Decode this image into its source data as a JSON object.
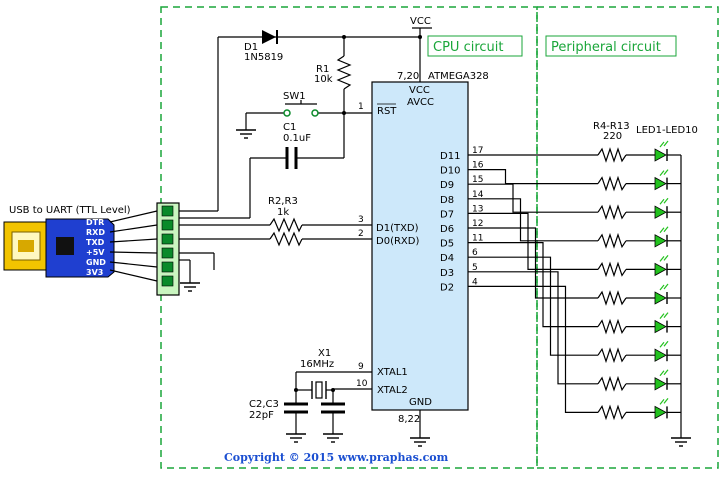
{
  "sections": {
    "cpu": "CPU circuit",
    "peripheral": "Peripheral circuit"
  },
  "power": {
    "vcc": "VCC",
    "gnd": "GND"
  },
  "components": {
    "d1": {
      "ref": "D1",
      "value": "1N5819"
    },
    "r1": {
      "ref": "R1",
      "value": "10k"
    },
    "sw1": {
      "ref": "SW1"
    },
    "c1": {
      "ref": "C1",
      "value": "0.1uF"
    },
    "r23": {
      "ref": "R2,R3",
      "value": "1k"
    },
    "x1": {
      "ref": "X1",
      "value": "16MHz"
    },
    "c23": {
      "ref": "C2,C3",
      "value": "22pF"
    },
    "r413": {
      "ref": "R4-R13",
      "value": "220"
    },
    "leds": {
      "ref": "LED1-LED10"
    }
  },
  "mcu": {
    "name": "ATMEGA328",
    "vcc_pins": "7,20",
    "gnd_pins": "8,22",
    "vcc_label": "VCC",
    "avcc_label": "AVCC",
    "rst_label": "RST",
    "rst_pin": "1",
    "txd_label": "D1(TXD)",
    "txd_pin": "3",
    "rxd_label": "D0(RXD)",
    "rxd_pin": "2",
    "xtal1_label": "XTAL1",
    "xtal1_pin": "9",
    "xtal2_label": "XTAL2",
    "xtal2_pin": "10",
    "gnd_label": "GND",
    "outputs": [
      {
        "label": "D11",
        "pin": "17"
      },
      {
        "label": "D10",
        "pin": "16"
      },
      {
        "label": "D9",
        "pin": "15"
      },
      {
        "label": "D8",
        "pin": "14"
      },
      {
        "label": "D7",
        "pin": "13"
      },
      {
        "label": "D6",
        "pin": "12"
      },
      {
        "label": "D5",
        "pin": "11"
      },
      {
        "label": "D4",
        "pin": "6"
      },
      {
        "label": "D3",
        "pin": "5"
      },
      {
        "label": "D2",
        "pin": "4"
      }
    ]
  },
  "usb": {
    "title": "USB to UART (TTL Level)",
    "pins": [
      "DTR",
      "RXD",
      "TXD",
      "+5V",
      "GND",
      "3V3"
    ]
  },
  "copyright": "Copyright © 2015 www.praphas.com",
  "colors": {
    "chip_fill": "#cde8fa",
    "box_border": "#1aa63a",
    "led_green": "#22c21e",
    "usb_blue": "#1f3fd0",
    "usb_yellow": "#f2c400"
  }
}
